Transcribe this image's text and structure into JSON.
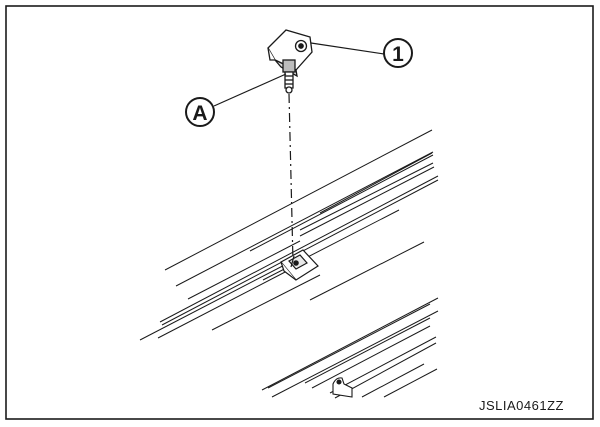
{
  "callouts": {
    "part_1": "1",
    "part_a": "A"
  },
  "figure_code": "JSLIA0461ZZ",
  "colors": {
    "line": "#1a1a1a",
    "background": "#ffffff"
  }
}
